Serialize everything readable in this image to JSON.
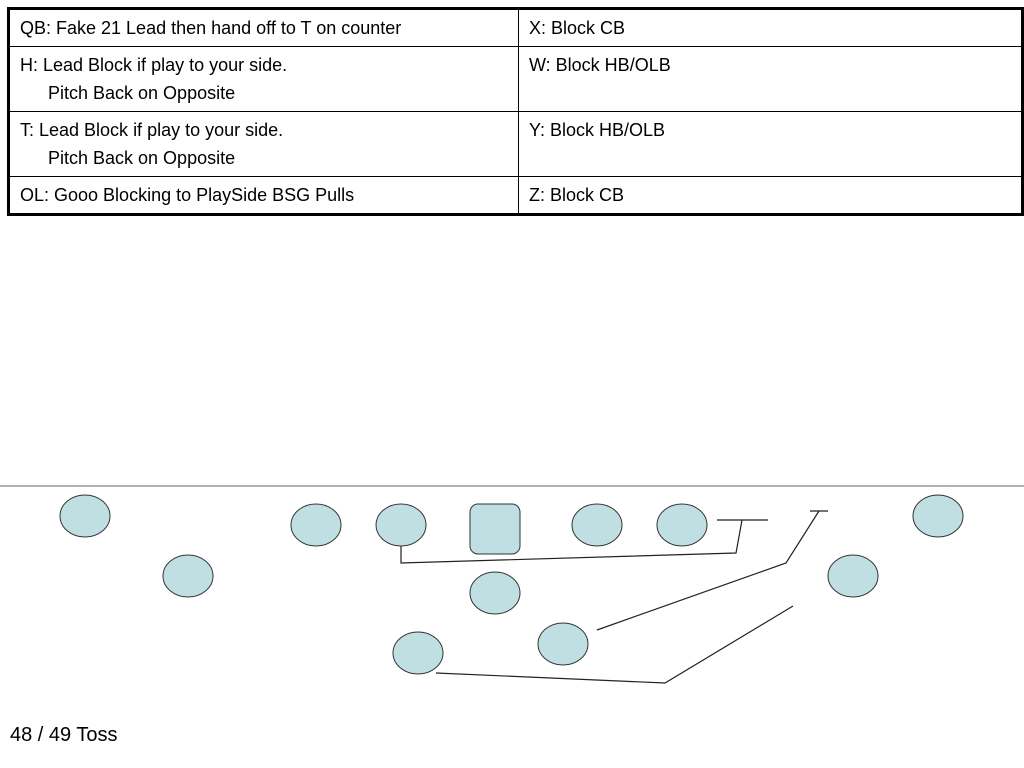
{
  "assignments": {
    "rows": [
      {
        "left": [
          "QB: Fake 21 Lead then hand off to T on counter"
        ],
        "right": [
          "X: Block CB"
        ]
      },
      {
        "left": [
          "H: Lead Block if play to your side.",
          "Pitch Back on Opposite"
        ],
        "right": [
          "W: Block HB/OLB"
        ]
      },
      {
        "left": [
          "T: Lead Block if play to your side.",
          "Pitch Back on Opposite"
        ],
        "right": [
          "Y: Block HB/OLB"
        ]
      },
      {
        "left": [
          "OL: Gooo Blocking to PlaySide BSG Pulls"
        ],
        "right": [
          "Z: Block CB"
        ]
      }
    ]
  },
  "colors": {
    "player_fill": "#bfdfe3",
    "player_stroke": "#333333",
    "route_stroke": "#222222",
    "line_of_scrimmage": "#666666"
  },
  "footer": {
    "slide_label": "48 / 49 Toss"
  }
}
